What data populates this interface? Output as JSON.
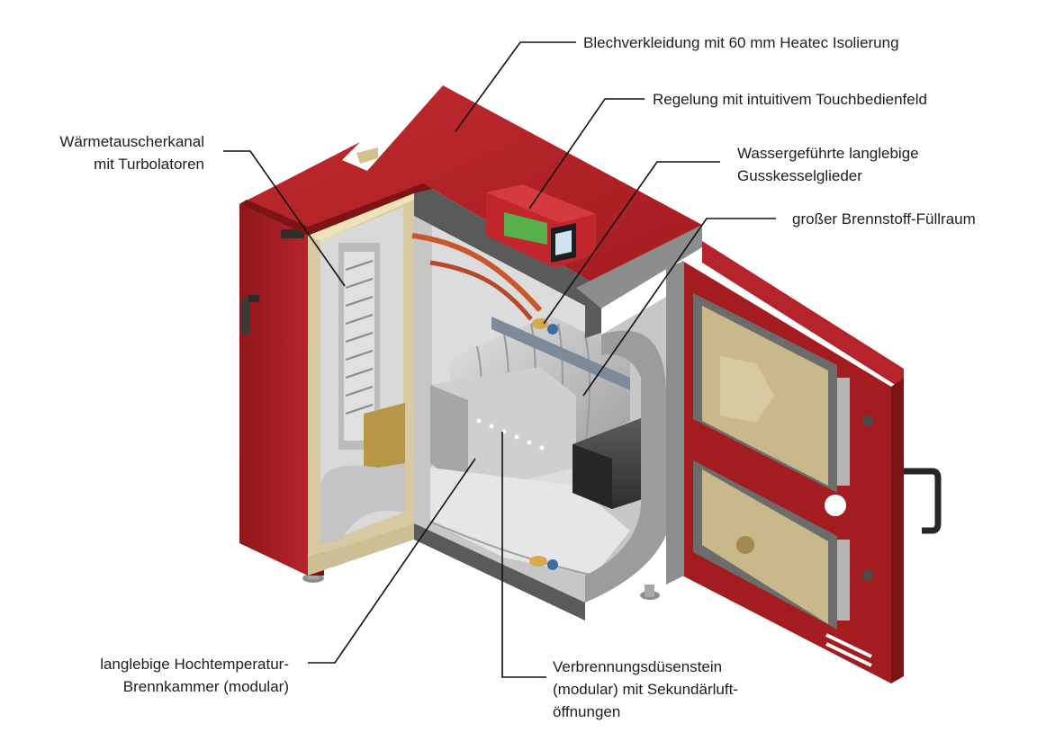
{
  "colors": {
    "housing_red": "#a31c20",
    "housing_red_dark": "#7e1316",
    "insulation_beige": "#d8c9a2",
    "cast_iron_grey": "#a9aaab",
    "door_liner_tan": "#c9b98a",
    "leader_line": "#111111"
  },
  "labels": {
    "sheet_cladding": {
      "line1": "Blechverkleidung mit 60 mm Heatec Isolierung"
    },
    "control": {
      "line1": "Regelung mit intuitivem Touchbedienfeld"
    },
    "cast_sections": {
      "line1": "Wassergeführte langlebige",
      "line2": "Gusskesselglieder"
    },
    "fuel_chamber": {
      "line1": "großer Brennstoff-Füllraum"
    },
    "heat_exchanger": {
      "line1": "Wärmetauscherkanal",
      "line2": "mit Turbolatoren"
    },
    "combustion_chamber": {
      "line1": "langlebige Hochtemperatur-",
      "line2": "Brennkammer  (modular)"
    },
    "nozzle_stone": {
      "line1": "Verbrennungsdüsenstein",
      "line2": "(modular) mit Sekundärluft-",
      "line3": "öffnungen"
    }
  },
  "icons": [
    "boiler-cutaway-illustration",
    "touch-display-icon",
    "door-handle-icon"
  ]
}
